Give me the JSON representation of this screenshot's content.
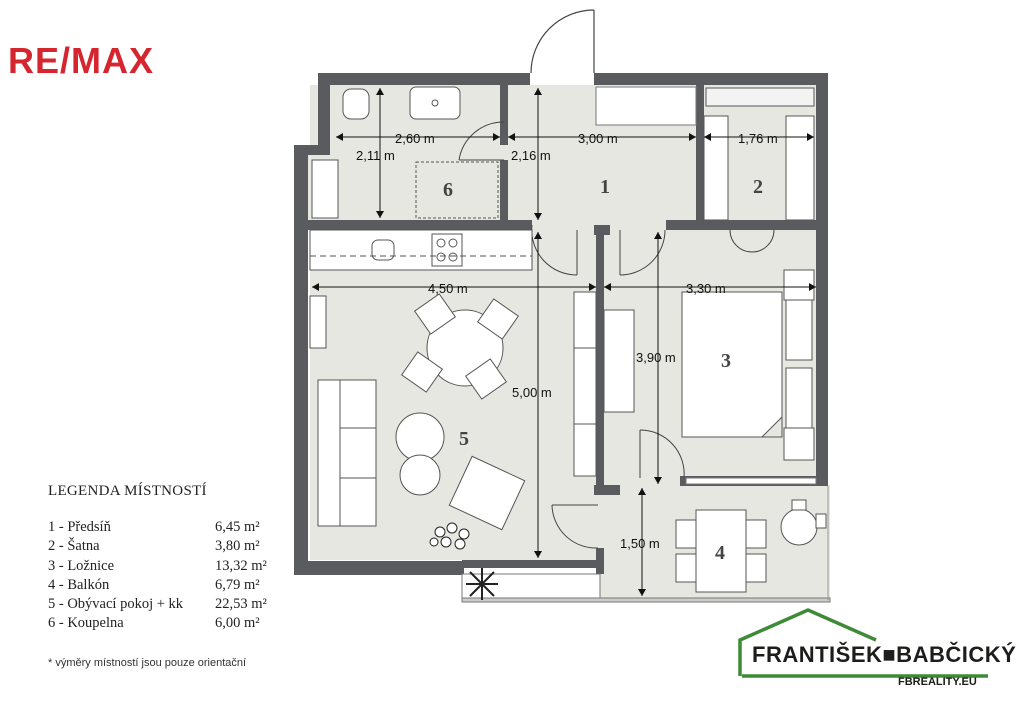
{
  "brand": {
    "remax_logo": "RE/MAX",
    "agency_name": "FRANTIŠEK■BABČICKÝ",
    "agency_url": "FBREALITY.EU",
    "remax_color": "#d5262f",
    "agency_green": "#3d8a37"
  },
  "legend": {
    "title": "LEGENDA MÍSTNOSTÍ",
    "rooms": [
      {
        "name": "1 - Předsíň",
        "area": "6,45 m²"
      },
      {
        "name": "2 - Šatna",
        "area": "3,80 m²"
      },
      {
        "name": "3 - Ložnice",
        "area": "13,32 m²"
      },
      {
        "name": "4 - Balkón",
        "area": "6,79 m²"
      },
      {
        "name": "5 - Obývací pokoj + kk",
        "area": "22,53 m²"
      },
      {
        "name": "6 - Koupelna",
        "area": "6,00 m²"
      }
    ],
    "footnote": "* výměry místností jsou pouze orientační"
  },
  "plan": {
    "room_labels": [
      "1",
      "2",
      "3",
      "4",
      "5",
      "6"
    ],
    "dimensions": [
      "2,60 m",
      "3,00 m",
      "1,76 m",
      "2,11 m",
      "2,16 m",
      "4,50 m",
      "3,30 m",
      "3,90 m",
      "5,00 m",
      "1,50 m"
    ],
    "colors": {
      "wall": "#5a5b5e",
      "floor": "#e6e7e1",
      "furniture": "#ffffff"
    }
  }
}
